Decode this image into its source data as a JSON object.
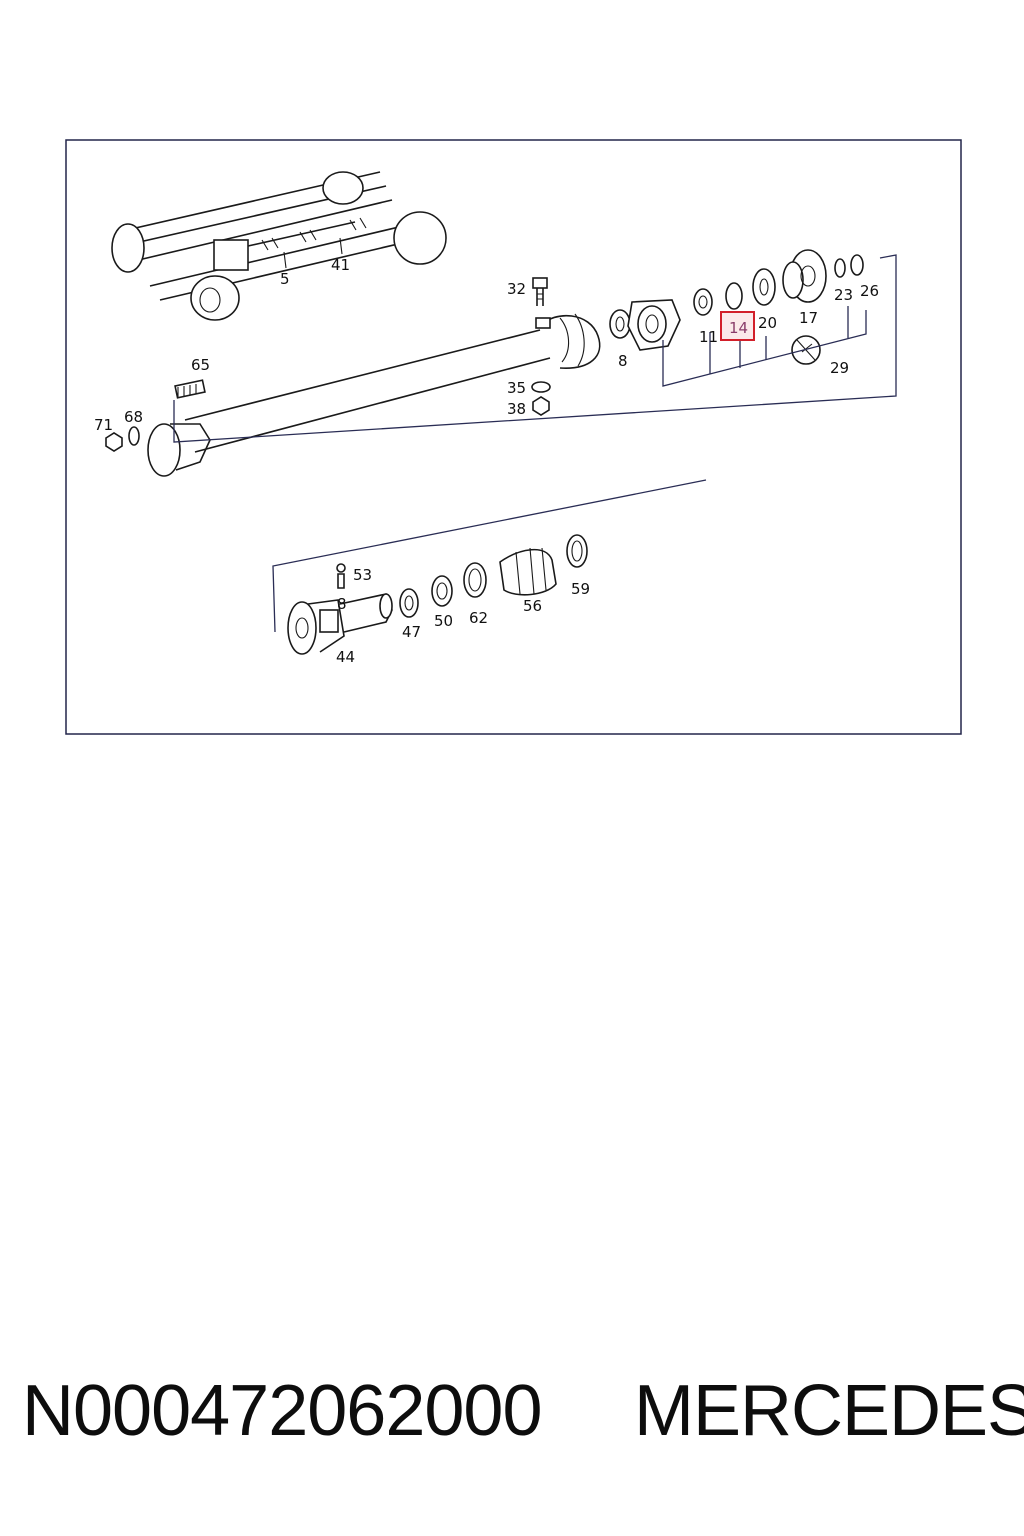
{
  "diagram": {
    "labels": [
      "5",
      "41",
      "32",
      "65",
      "71",
      "68",
      "8",
      "35",
      "38",
      "11",
      "14",
      "20",
      "17",
      "23",
      "26",
      "29",
      "53",
      "8",
      "47",
      "50",
      "62",
      "56",
      "59",
      "44"
    ],
    "highlighted_label": "14",
    "highlight_color": "#d21f2a",
    "frame_color": "#22254a"
  },
  "footer": {
    "part_number": "N000472062000",
    "brand": "MERCEDES"
  }
}
